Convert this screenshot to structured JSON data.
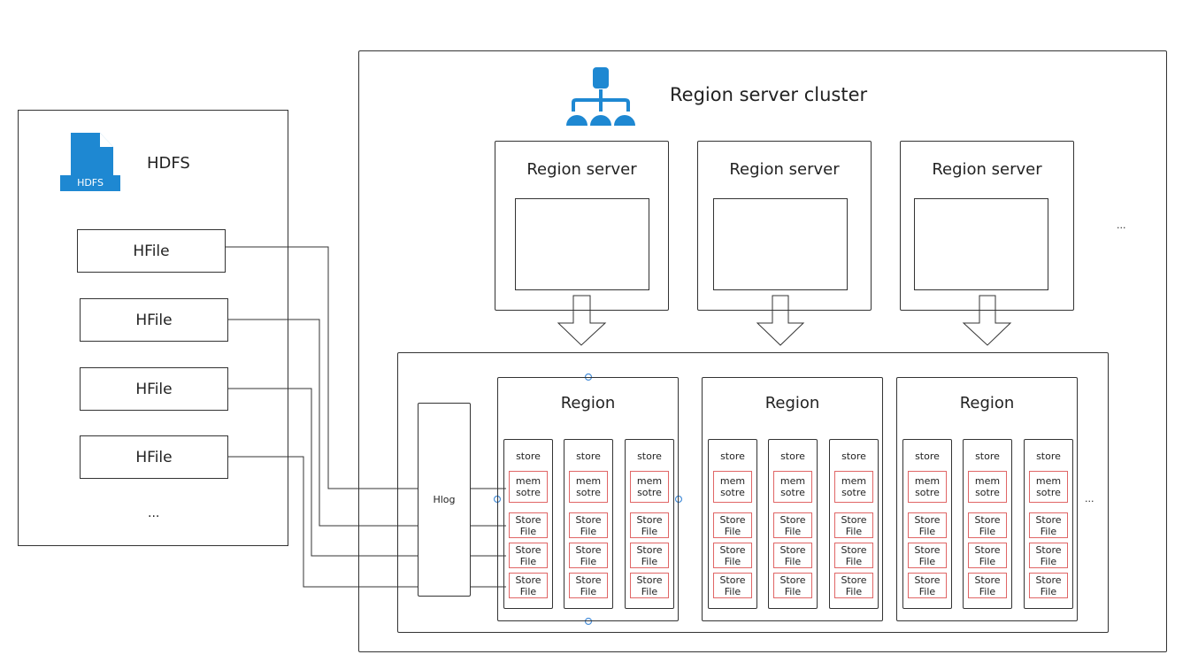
{
  "hdfs": {
    "title": "HDFS",
    "icon_label": "HDFS",
    "hfiles": [
      "HFile",
      "HFile",
      "HFile",
      "HFile"
    ],
    "more": "..."
  },
  "cluster": {
    "title": "Region server cluster",
    "servers": [
      "Region server",
      "Region server",
      "Region server"
    ],
    "more": "..."
  },
  "regions": {
    "hlog": "Hlog",
    "titles": [
      "Region",
      "Region",
      "Region"
    ],
    "store_label": "store",
    "memstore_label": "mem\nsotre",
    "storefile_label": "Store\nFile",
    "more": "..."
  },
  "colors": {
    "icon_blue": "#1e88d2",
    "cell_border": "#e06666",
    "handle": "#4a90d9"
  }
}
